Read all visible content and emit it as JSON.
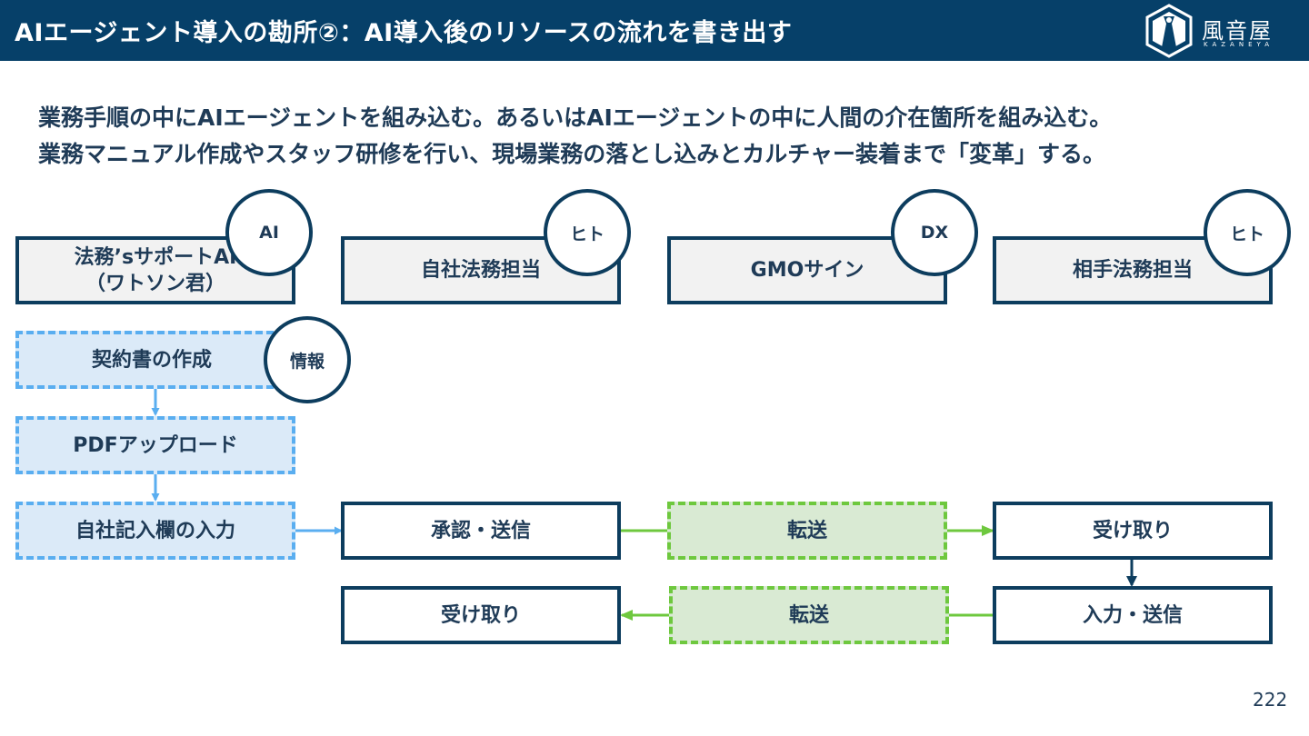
{
  "header": {
    "title": "AIエージェント導入の勘所②：AI導入後のリソースの流れを書き出す",
    "logo_name": "風音屋",
    "logo_sub": "KAZANEYA"
  },
  "lead": {
    "line1": "業務手順の中にAIエージェントを組み込む。あるいはAIエージェントの中に人間の介在箇所を組み込む。",
    "line2": "業務マニュアル作成やスタッフ研修を行い、現場業務の落とし込みとカルチャー装着まで「変革」する。"
  },
  "roles": [
    {
      "line1": "法務’sサポートAI",
      "line2": "（ワトソン君）",
      "tag": "AI"
    },
    {
      "label": "自社法務担当",
      "tag": "ヒト"
    },
    {
      "label": "GMOサイン",
      "tag": "DX"
    },
    {
      "label": "相手法務担当",
      "tag": "ヒト"
    }
  ],
  "steps": {
    "contract_creation": "契約書の作成",
    "info_tag": "情報",
    "pdf_upload": "PDFアップロード",
    "own_entry": "自社記入欄の入力",
    "approve_send": "承認・送信",
    "transfer_1": "転送",
    "receive_1": "受け取り",
    "input_send": "入力・送信",
    "transfer_2": "転送",
    "receive_2": "受け取り"
  },
  "colors": {
    "navy": "#064069",
    "ai_dashed": "#5aaef0",
    "ai_fill": "#dbeaf8",
    "dx_dashed": "#6ec83e",
    "dx_fill": "#d9ead3",
    "role_fill": "#f2f2f2"
  },
  "page_number": "222"
}
